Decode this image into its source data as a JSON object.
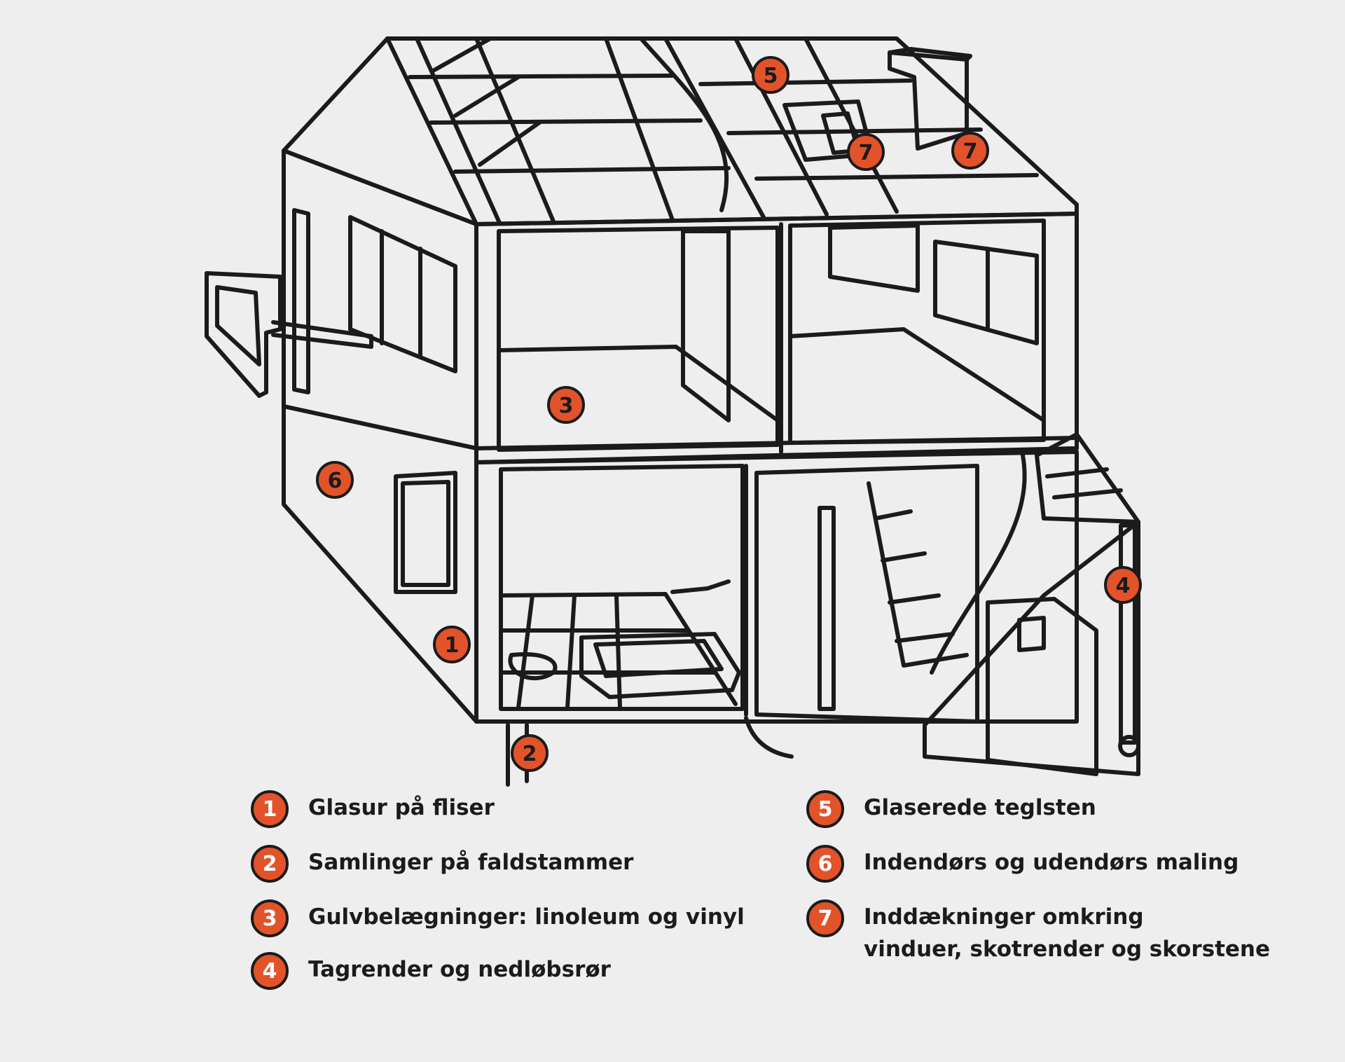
{
  "colors": {
    "background": "#eeeeee",
    "marker_fill": "#e2532a",
    "line": "#1b1b1b"
  },
  "markers": [
    {
      "num": "5"
    },
    {
      "num": "7"
    },
    {
      "num": "7"
    },
    {
      "num": "3"
    },
    {
      "num": "6"
    },
    {
      "num": "1"
    },
    {
      "num": "2"
    },
    {
      "num": "4"
    }
  ],
  "legend": [
    {
      "num": "1",
      "text": "Glasur på fliser"
    },
    {
      "num": "2",
      "text": "Samlinger på faldstammer"
    },
    {
      "num": "3",
      "text": "Gulvbelægninger: linoleum og vinyl"
    },
    {
      "num": "4",
      "text": "Tagrender og nedløbsrør"
    },
    {
      "num": "5",
      "text": "Glaserede teglsten"
    },
    {
      "num": "6",
      "text": "Indendørs og udendørs maling"
    },
    {
      "num": "7",
      "text": "Inddækninger omkring\nvinduer, skotrender og skorstene"
    }
  ]
}
